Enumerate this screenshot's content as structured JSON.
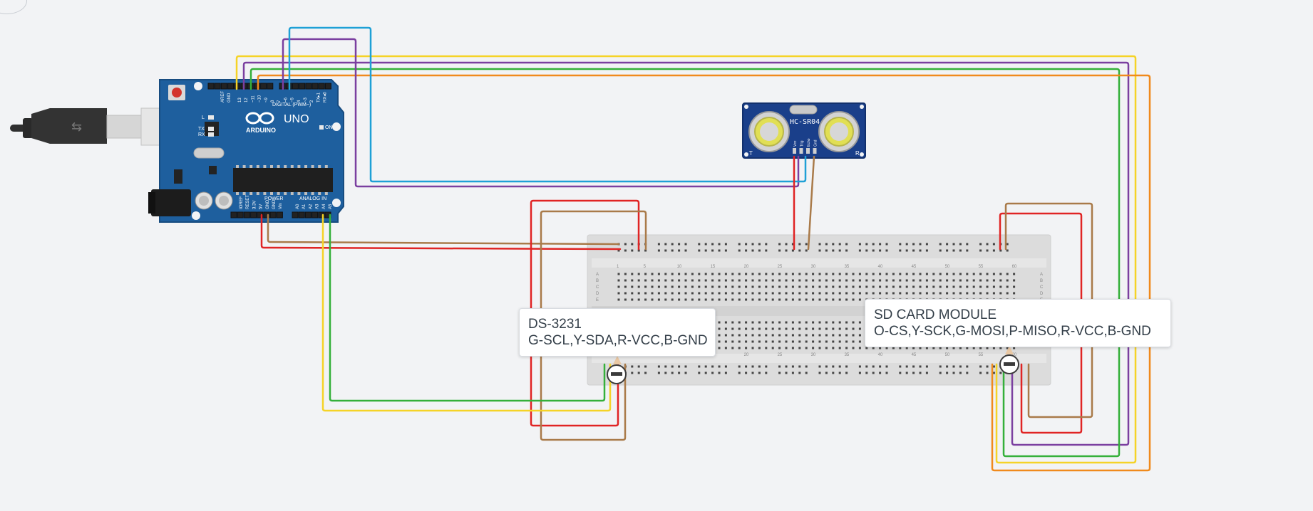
{
  "board": {
    "logo": "ARDUINO",
    "model": "UNO",
    "digital_label": "DIGITAL (PWM~)",
    "power_label": "POWER",
    "analog_label": "ANALOG IN",
    "aref": "AREF",
    "gnd": "GND",
    "on": "ON",
    "l": "L",
    "tx": "TX",
    "rx": "RX",
    "digital_pins": [
      "13",
      "12",
      "~11",
      "~10",
      "~9",
      "8",
      "7",
      "~6",
      "~5",
      "4",
      "~3",
      "2",
      "TX▸1",
      "RX◂0"
    ],
    "power_pins": [
      "IOREF",
      "RESET",
      "3.3V",
      "5V",
      "GND",
      "GND",
      "Vin"
    ],
    "analog_pins": [
      "A0",
      "A1",
      "A2",
      "A3",
      "A4",
      "A5"
    ]
  },
  "sensor": {
    "name": "HC-SR04",
    "t": "T",
    "r": "R",
    "pins": [
      "Vcc",
      "Trig",
      "Echo",
      "Gnd"
    ]
  },
  "breadboard": {
    "columns": [
      "1",
      "5",
      "10",
      "15",
      "20",
      "25",
      "30",
      "35",
      "40",
      "45",
      "50",
      "55",
      "60"
    ],
    "rows": [
      "A",
      "B",
      "C",
      "D",
      "E"
    ]
  },
  "notes": {
    "ds3231": {
      "line1": "DS-3231",
      "line2": "G-SCL,Y-SDA,R-VCC,B-GND"
    },
    "sdcard": {
      "line1": "SD CARD MODULE",
      "line2": "O-CS,Y-SCK,G-MOSI,P-MISO,R-VCC,B-GND"
    }
  },
  "colors": {
    "yellow": "#f5d327",
    "purple": "#7b3fa0",
    "green": "#35b03a",
    "orange": "#f08a1c",
    "blue": "#1ea0d6",
    "red": "#e02424",
    "brown": "#a97a49",
    "board": "#1e5f9e",
    "sensor": "#1a3f8a"
  }
}
